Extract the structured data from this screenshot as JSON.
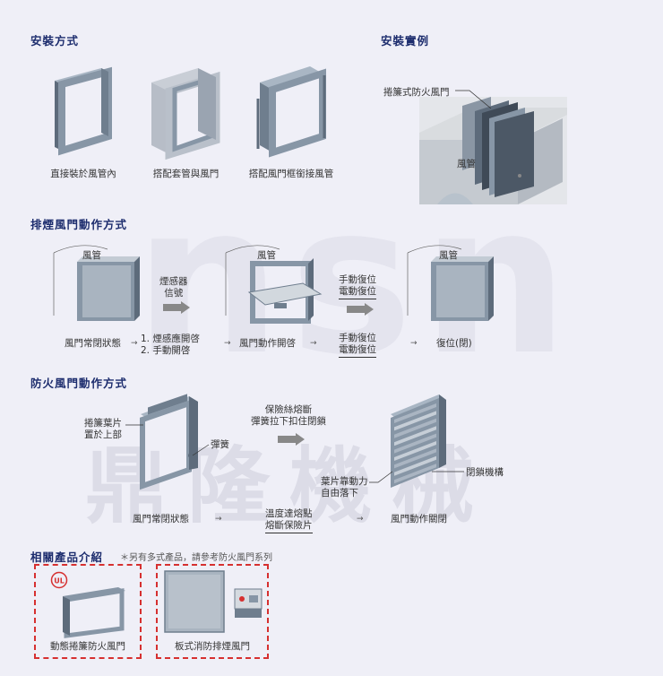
{
  "sections": {
    "install_method": "安裝方式",
    "install_example": "安裝實例",
    "smoke_damper_operation": "排煙風門動作方式",
    "fire_damper_operation": "防火風門動作方式",
    "related_products": "相關產品介紹"
  },
  "install_methods": [
    {
      "caption": "直接裝於風管內"
    },
    {
      "caption": "搭配套管與風門"
    },
    {
      "caption": "搭配風門框銜接風管"
    }
  ],
  "install_example": {
    "callout": "捲簾式防火風門",
    "duct_label": "風管"
  },
  "smoke": {
    "duct_labels": [
      "風管",
      "風管",
      "風管"
    ],
    "signal_text_1": "煙感器",
    "signal_text_2": "信號",
    "reset_top_1": "手動復位",
    "reset_top_2": "電動復位",
    "state_1": "風門常閉狀態",
    "trigger_1": "1. 煙感應開啓",
    "trigger_2": "2. 手動開啓",
    "state_2": "風門動作開啓",
    "reset_bottom_1": "手動復位",
    "reset_bottom_2": "電動復位",
    "state_3": "復位(閉)",
    "arrow": "→"
  },
  "fire": {
    "blade_label_1": "捲簾葉片",
    "blade_label_2": "置於上部",
    "spring_label": "彈簧",
    "fuse_text_1": "保險絲熔斷",
    "fuse_text_2": "彈簧拉下扣住閉鎖",
    "lock_label": "閉鎖機構",
    "gravity_1": "葉片靠動力",
    "gravity_2": "自由落下",
    "state_1": "風門常閉狀態",
    "temp_1": "溫度達熔點",
    "temp_2": "熔斷保險片",
    "state_2": "風門動作關閉",
    "arrow": "→"
  },
  "related": {
    "note": "＊另有多式產品，請參考防火風門系列",
    "products": [
      {
        "caption": "動態捲簾防火風門"
      },
      {
        "caption": "板式消防排煙風門"
      }
    ]
  },
  "watermark": {
    "latin": "nsn",
    "chinese": "鼎隆機械"
  },
  "colors": {
    "title": "#1d2d6e",
    "frame": "#8796a6",
    "frame_dark": "#5d6b7b",
    "accent_red": "#d63030",
    "background": "#efeff7"
  }
}
